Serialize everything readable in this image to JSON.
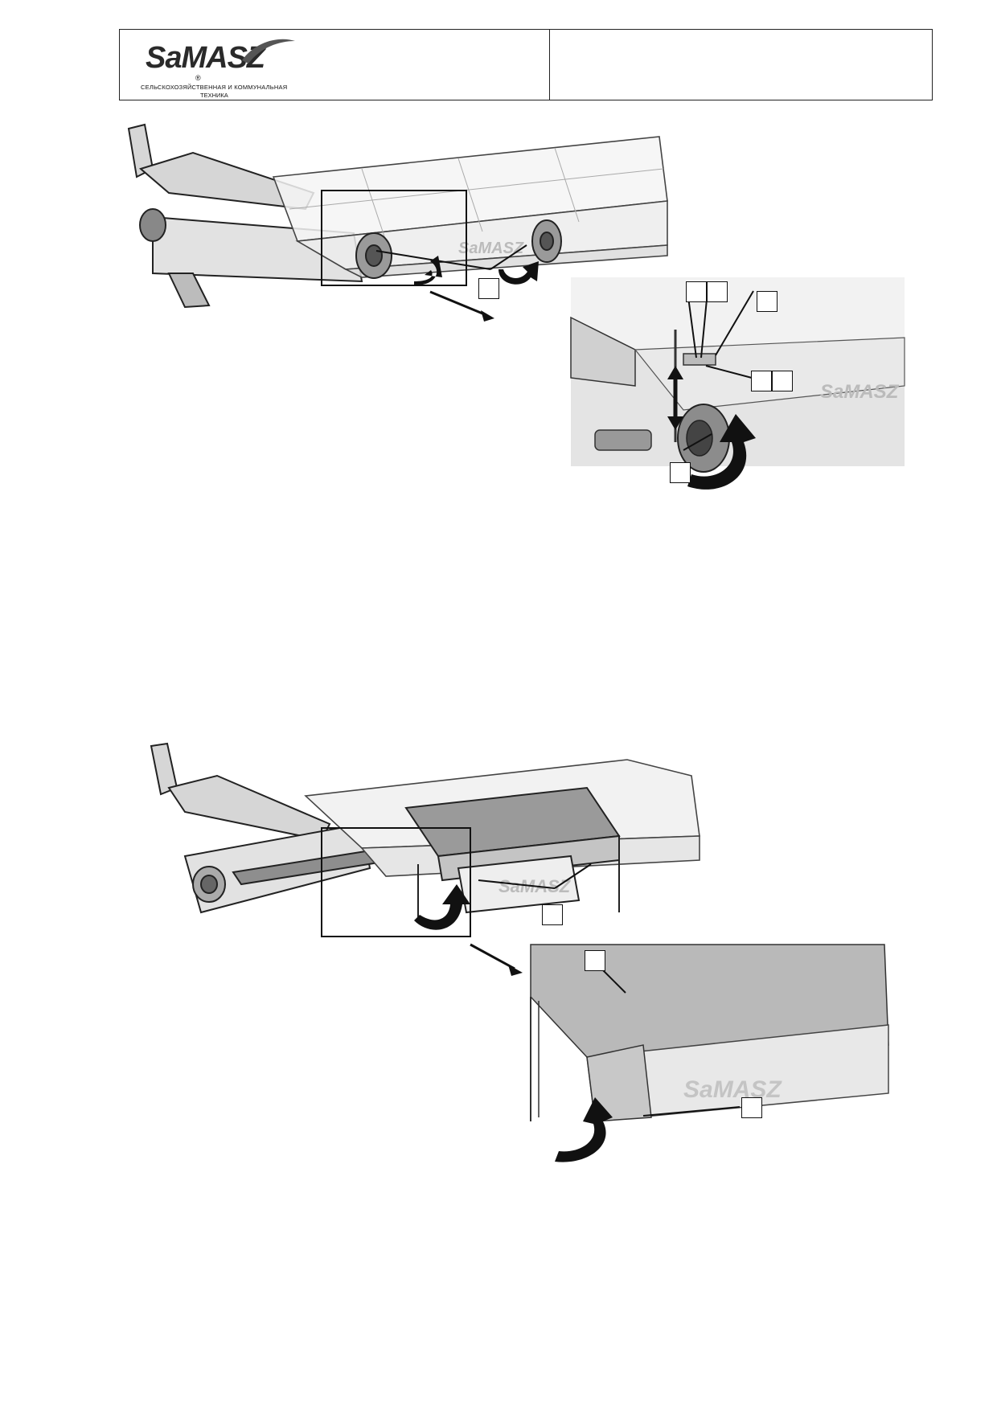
{
  "header": {
    "logo": {
      "brand": "SaMASZ",
      "registered_mark": "®",
      "subtitle_line1": "СЕЛЬСКОХОЗЯЙСТВЕННАЯ И КОММУНАЛЬНАЯ",
      "subtitle_line2": "ТЕХНИКА"
    },
    "right_cell_text": ""
  },
  "figure1": {
    "machine_logo": "SaMASZ",
    "detail_logo": "SaMASZ"
  },
  "figure2": {
    "machine_logo": "SaMASZ",
    "detail_logo": "SaMASZ"
  },
  "colors": {
    "outline": "#222222",
    "machine_gray": "#cfcfcf",
    "shade_gray": "#9a9a9a",
    "arrow": "#111111"
  }
}
